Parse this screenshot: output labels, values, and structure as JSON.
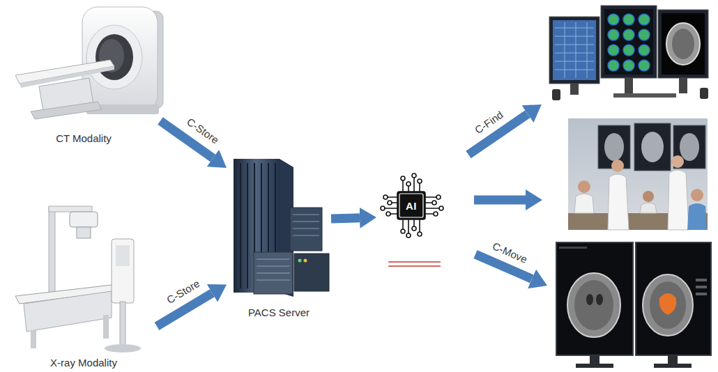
{
  "diagram": {
    "nodes": [
      {
        "text": [
          "CT Modality"
        ]
      },
      {
        "text": [
          "X-ray Modality"
        ]
      },
      {
        "text": [
          "PACS Server"
        ]
      },
      {
        "text": [
          "AI"
        ]
      }
    ],
    "edges": [
      {
        "from": 0,
        "to": 2,
        "label": "C-Store",
        "arrow": "to"
      },
      {
        "from": 1,
        "to": 2,
        "label": "C-Store",
        "arrow": "to"
      },
      {
        "from": 2,
        "to": 3,
        "arrow": "to"
      }
    ],
    "labels": [
      "C-Find",
      "C-Move"
    ]
  }
}
